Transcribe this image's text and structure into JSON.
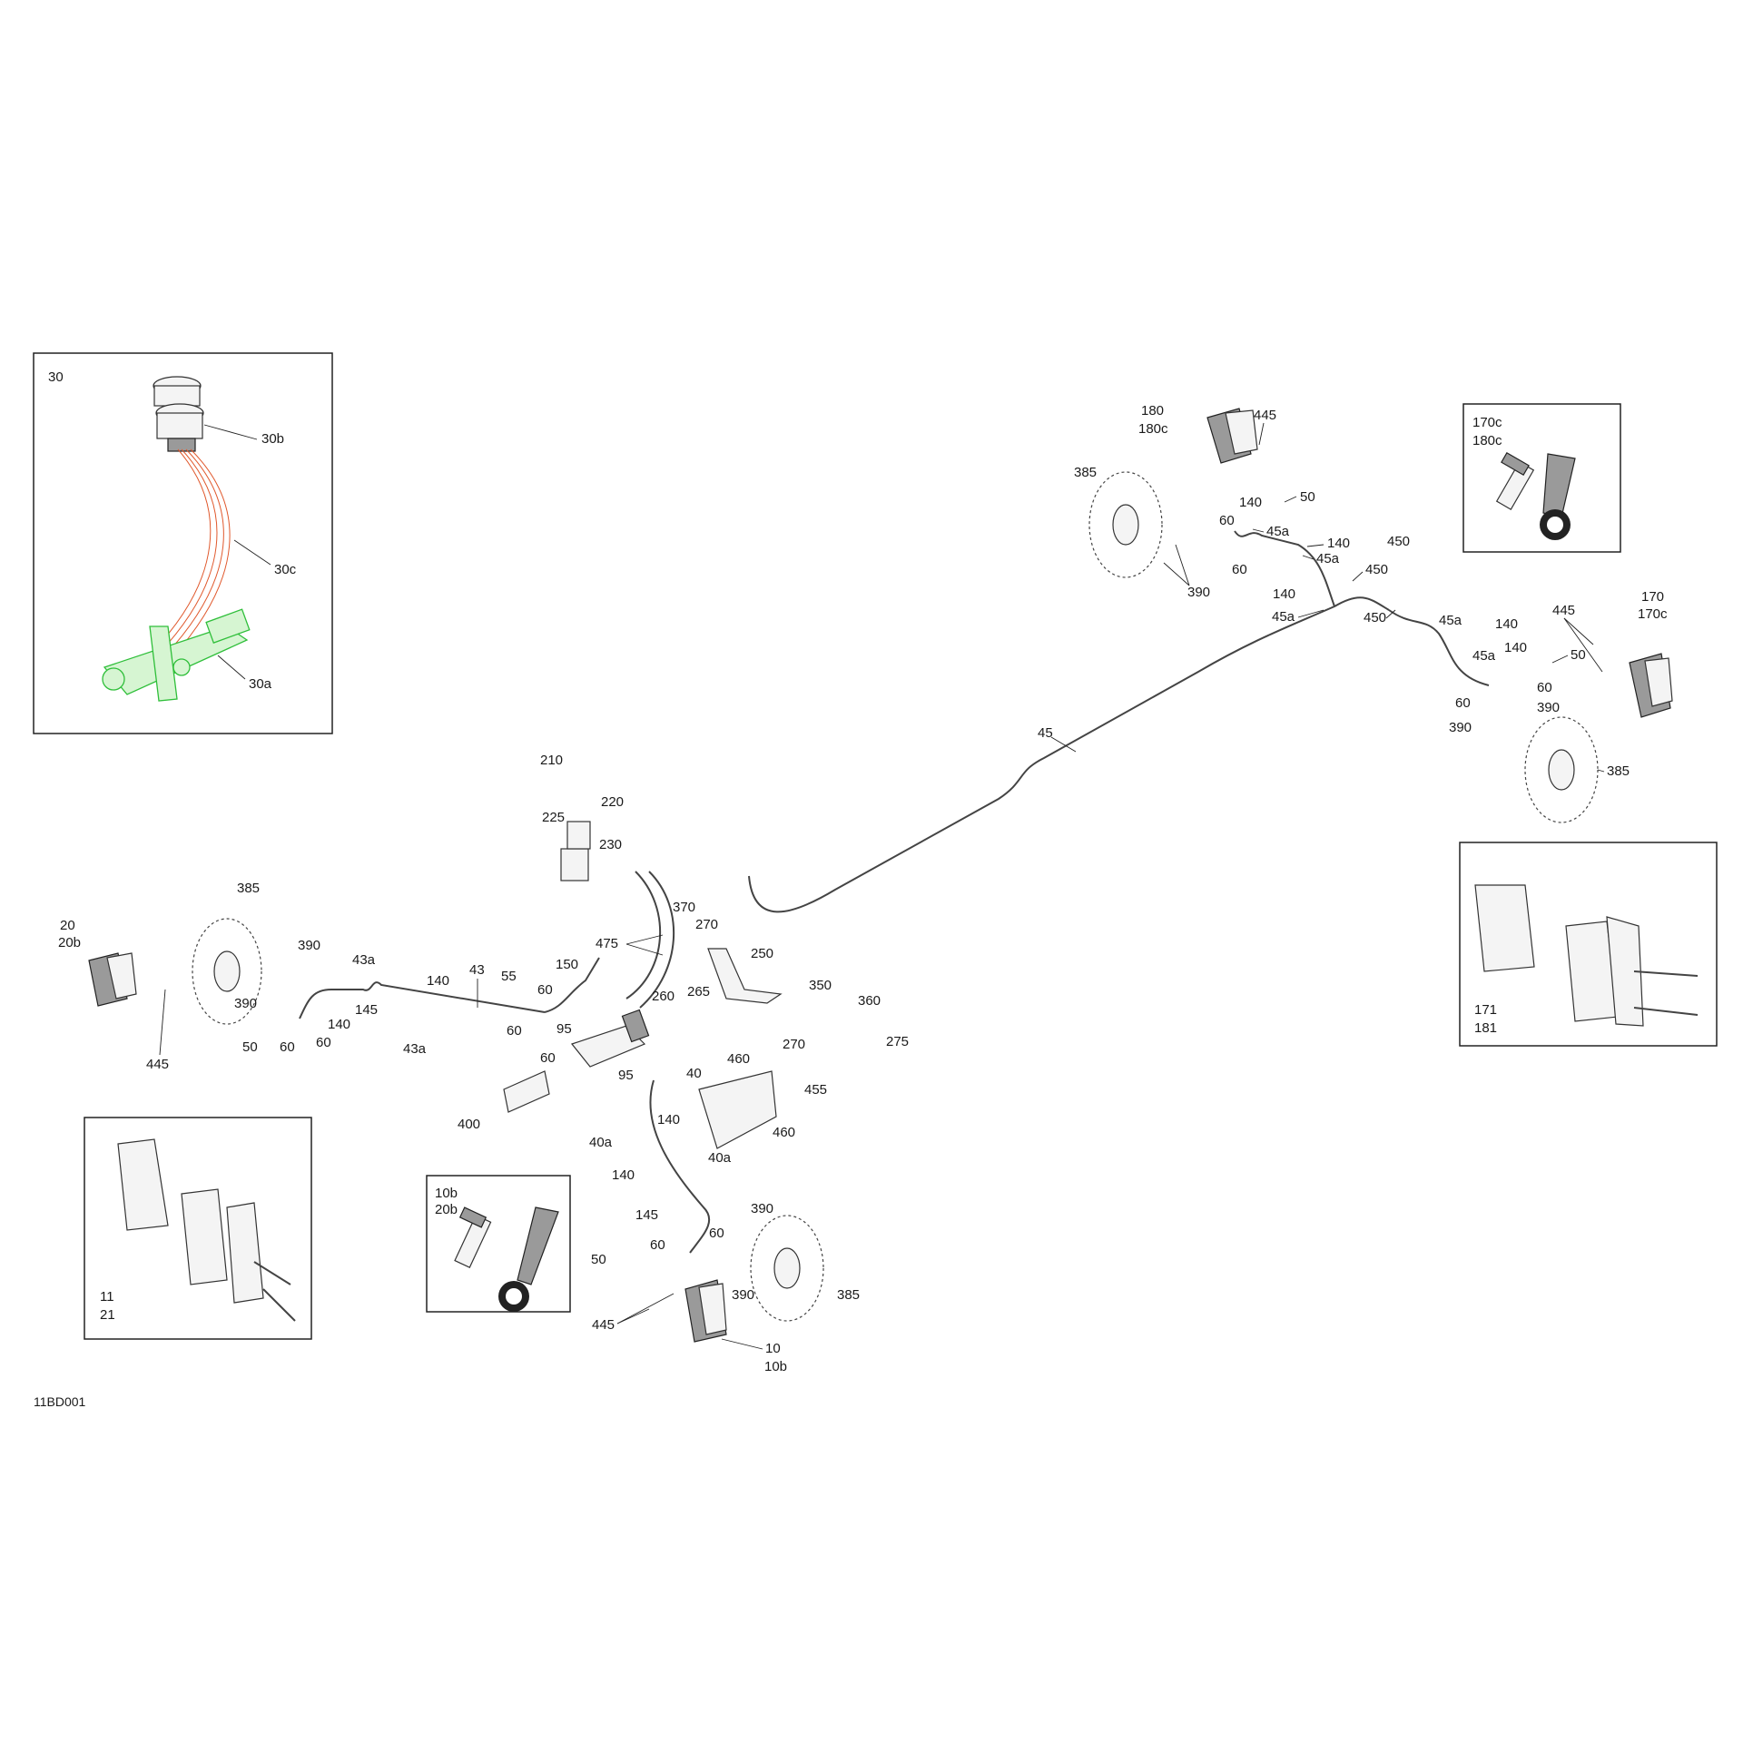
{
  "diagram_code": "11BD001",
  "insets": {
    "master_cylinder": {
      "title": "30",
      "labels": [
        "30b",
        "30c",
        "30a"
      ]
    },
    "bleeder_top_right": {
      "labels": [
        "170c",
        "180c"
      ]
    },
    "pads_right": {
      "labels": [
        "171",
        "181"
      ]
    },
    "pads_left": {
      "labels": [
        "11",
        "21"
      ]
    },
    "bleeder_bottom": {
      "labels": [
        "10b",
        "20b"
      ]
    }
  },
  "callouts": {
    "c180": "180",
    "c180c": "180c",
    "c445_tr": "445",
    "c385_tr": "385",
    "c140_a": "140",
    "c50_a": "50",
    "c60_a": "60",
    "c45a_a": "45a",
    "c140_b": "140",
    "c45a_b": "45a",
    "c60_b": "60",
    "c390_tr": "390",
    "c450_a": "450",
    "c450_b": "450",
    "c140_c": "140",
    "c45a_c": "45a",
    "c450_c": "450",
    "c45a_d": "45a",
    "c140_d": "140",
    "c45a_e": "45a",
    "c140_e": "140",
    "c445_r": "445",
    "c50_r": "50",
    "c170": "170",
    "c170c": "170c",
    "c60_r1": "60",
    "c60_r2": "60",
    "c390_r1": "390",
    "c390_r2": "390",
    "c385_r": "385",
    "c45": "45",
    "c210": "210",
    "c220": "220",
    "c225": "225",
    "c230": "230",
    "c385_l": "385",
    "c20": "20",
    "c20b": "20b",
    "c390_l1": "390",
    "c43a_a": "43a",
    "c43": "43",
    "c140_l": "140",
    "c55": "55",
    "c150": "150",
    "c60_l1": "60",
    "c390_l2": "390",
    "c145_l": "145",
    "c140_l2": "140",
    "c50_l": "50",
    "c60_l2": "60",
    "c60_l3": "60",
    "c43a_b": "43a",
    "c60_l4": "60",
    "c95_a": "95",
    "c60_l5": "60",
    "c95_b": "95",
    "c445_l": "445",
    "c400": "400",
    "c370": "370",
    "c270_a": "270",
    "c475": "475",
    "c250": "250",
    "c260": "260",
    "c265": "265",
    "c350": "350",
    "c360": "360",
    "c270_b": "270",
    "c275": "275",
    "c40": "40",
    "c460_a": "460",
    "c455": "455",
    "c140_m1": "140",
    "c40a_a": "40a",
    "c460_b": "460",
    "c140_m2": "140",
    "c40a_b": "40a",
    "c145_m": "145",
    "c390_m1": "390",
    "c60_m1": "60",
    "c60_m2": "60",
    "c50_m": "50",
    "c445_m": "445",
    "c390_m2": "390",
    "c385_m": "385",
    "c10": "10",
    "c10b": "10b"
  }
}
